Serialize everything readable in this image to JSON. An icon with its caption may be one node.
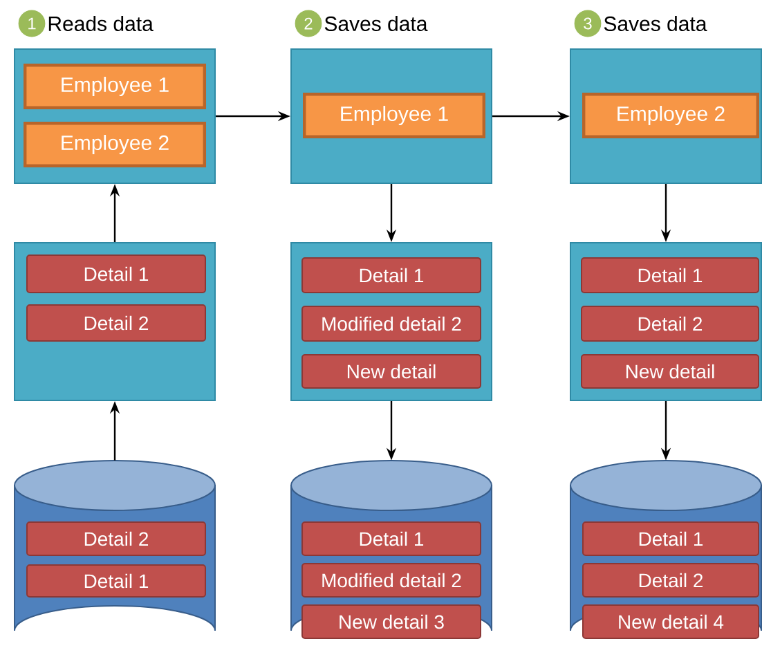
{
  "diagram": {
    "nodes": [
      {
        "text": [
          "Reads data"
        ],
        "beside": [
          "1"
        ]
      },
      {
        "text": [
          "Employee 1"
        ],
        "in": 0
      },
      {
        "text": [
          "Employee 2"
        ],
        "in": 0
      },
      {
        "text": [],
        "shape": "box"
      },
      {
        "text": [
          "Detail 1"
        ],
        "in": 3
      },
      {
        "text": [
          "Detail 2"
        ],
        "in": 3
      },
      {
        "text": [],
        "shape": "cylinder"
      },
      {
        "text": [
          "Detail 2"
        ],
        "in": 6
      },
      {
        "text": [
          "Detail 1"
        ],
        "in": 6
      },
      {
        "text": [
          "Saves data"
        ],
        "beside": [
          "2"
        ]
      },
      {
        "text": [
          "Employee 1"
        ],
        "in": 9
      },
      {
        "text": [],
        "shape": "box"
      },
      {
        "text": [
          "Detail 1"
        ],
        "in": 11
      },
      {
        "text": [
          "Modified detail 2"
        ],
        "in": 11
      },
      {
        "text": [
          "New detail"
        ],
        "in": 11
      },
      {
        "text": [],
        "shape": "cylinder"
      },
      {
        "text": [
          "Detail 1"
        ],
        "in": 15
      },
      {
        "text": [
          "Modified detail 2"
        ],
        "in": 15
      },
      {
        "text": [
          "New detail 3"
        ],
        "in": 15
      },
      {
        "text": [
          "Saves data"
        ],
        "beside": [
          "3"
        ]
      },
      {
        "text": [
          "Employee 2"
        ],
        "in": 19
      },
      {
        "text": [],
        "shape": "box"
      },
      {
        "text": [
          "Detail 1"
        ],
        "in": 21
      },
      {
        "text": [
          "Detail 2"
        ],
        "in": 21
      },
      {
        "text": [
          "New detail"
        ],
        "in": 21
      },
      {
        "text": [],
        "shape": "cylinder"
      },
      {
        "text": [
          "Detail 1"
        ],
        "in": 25
      },
      {
        "text": [
          "Detail 2"
        ],
        "in": 25
      },
      {
        "text": [
          "New detail 4"
        ],
        "in": 25
      }
    ],
    "edges": [
      {
        "from": 6,
        "to": 3,
        "arrow": "to"
      },
      {
        "from": 3,
        "to": 0,
        "arrow": "to"
      },
      {
        "from": 0,
        "to": 9,
        "arrow": "to"
      },
      {
        "from": 9,
        "to": 11,
        "arrow": "to"
      },
      {
        "from": 11,
        "to": 15,
        "arrow": "to"
      },
      {
        "from": 9,
        "to": 19,
        "arrow": "to"
      },
      {
        "from": 19,
        "to": 21,
        "arrow": "to"
      },
      {
        "from": 21,
        "to": 25,
        "arrow": "to"
      }
    ]
  }
}
